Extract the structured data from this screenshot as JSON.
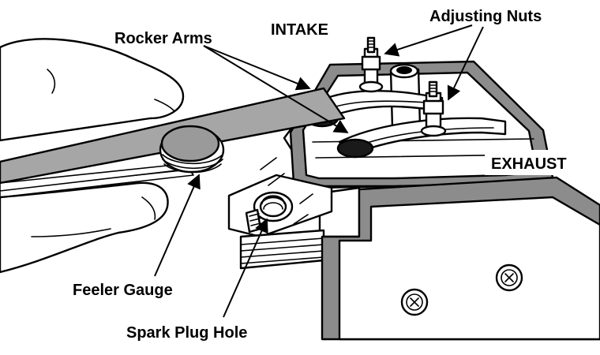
{
  "labels": {
    "rocker_arms": "Rocker Arms",
    "intake": "INTAKE",
    "adjusting_nuts": "Adjusting Nuts",
    "exhaust": "EXHAUST",
    "feeler_gauge": "Feeler Gauge",
    "spark_plug_hole": "Spark Plug Hole"
  },
  "colors": {
    "ink": "#000000",
    "gasket_gray": "#8c8c8c",
    "blade_gray": "#a6a6a6",
    "washer_gray": "#9a9a9a",
    "paper": "#ffffff"
  }
}
